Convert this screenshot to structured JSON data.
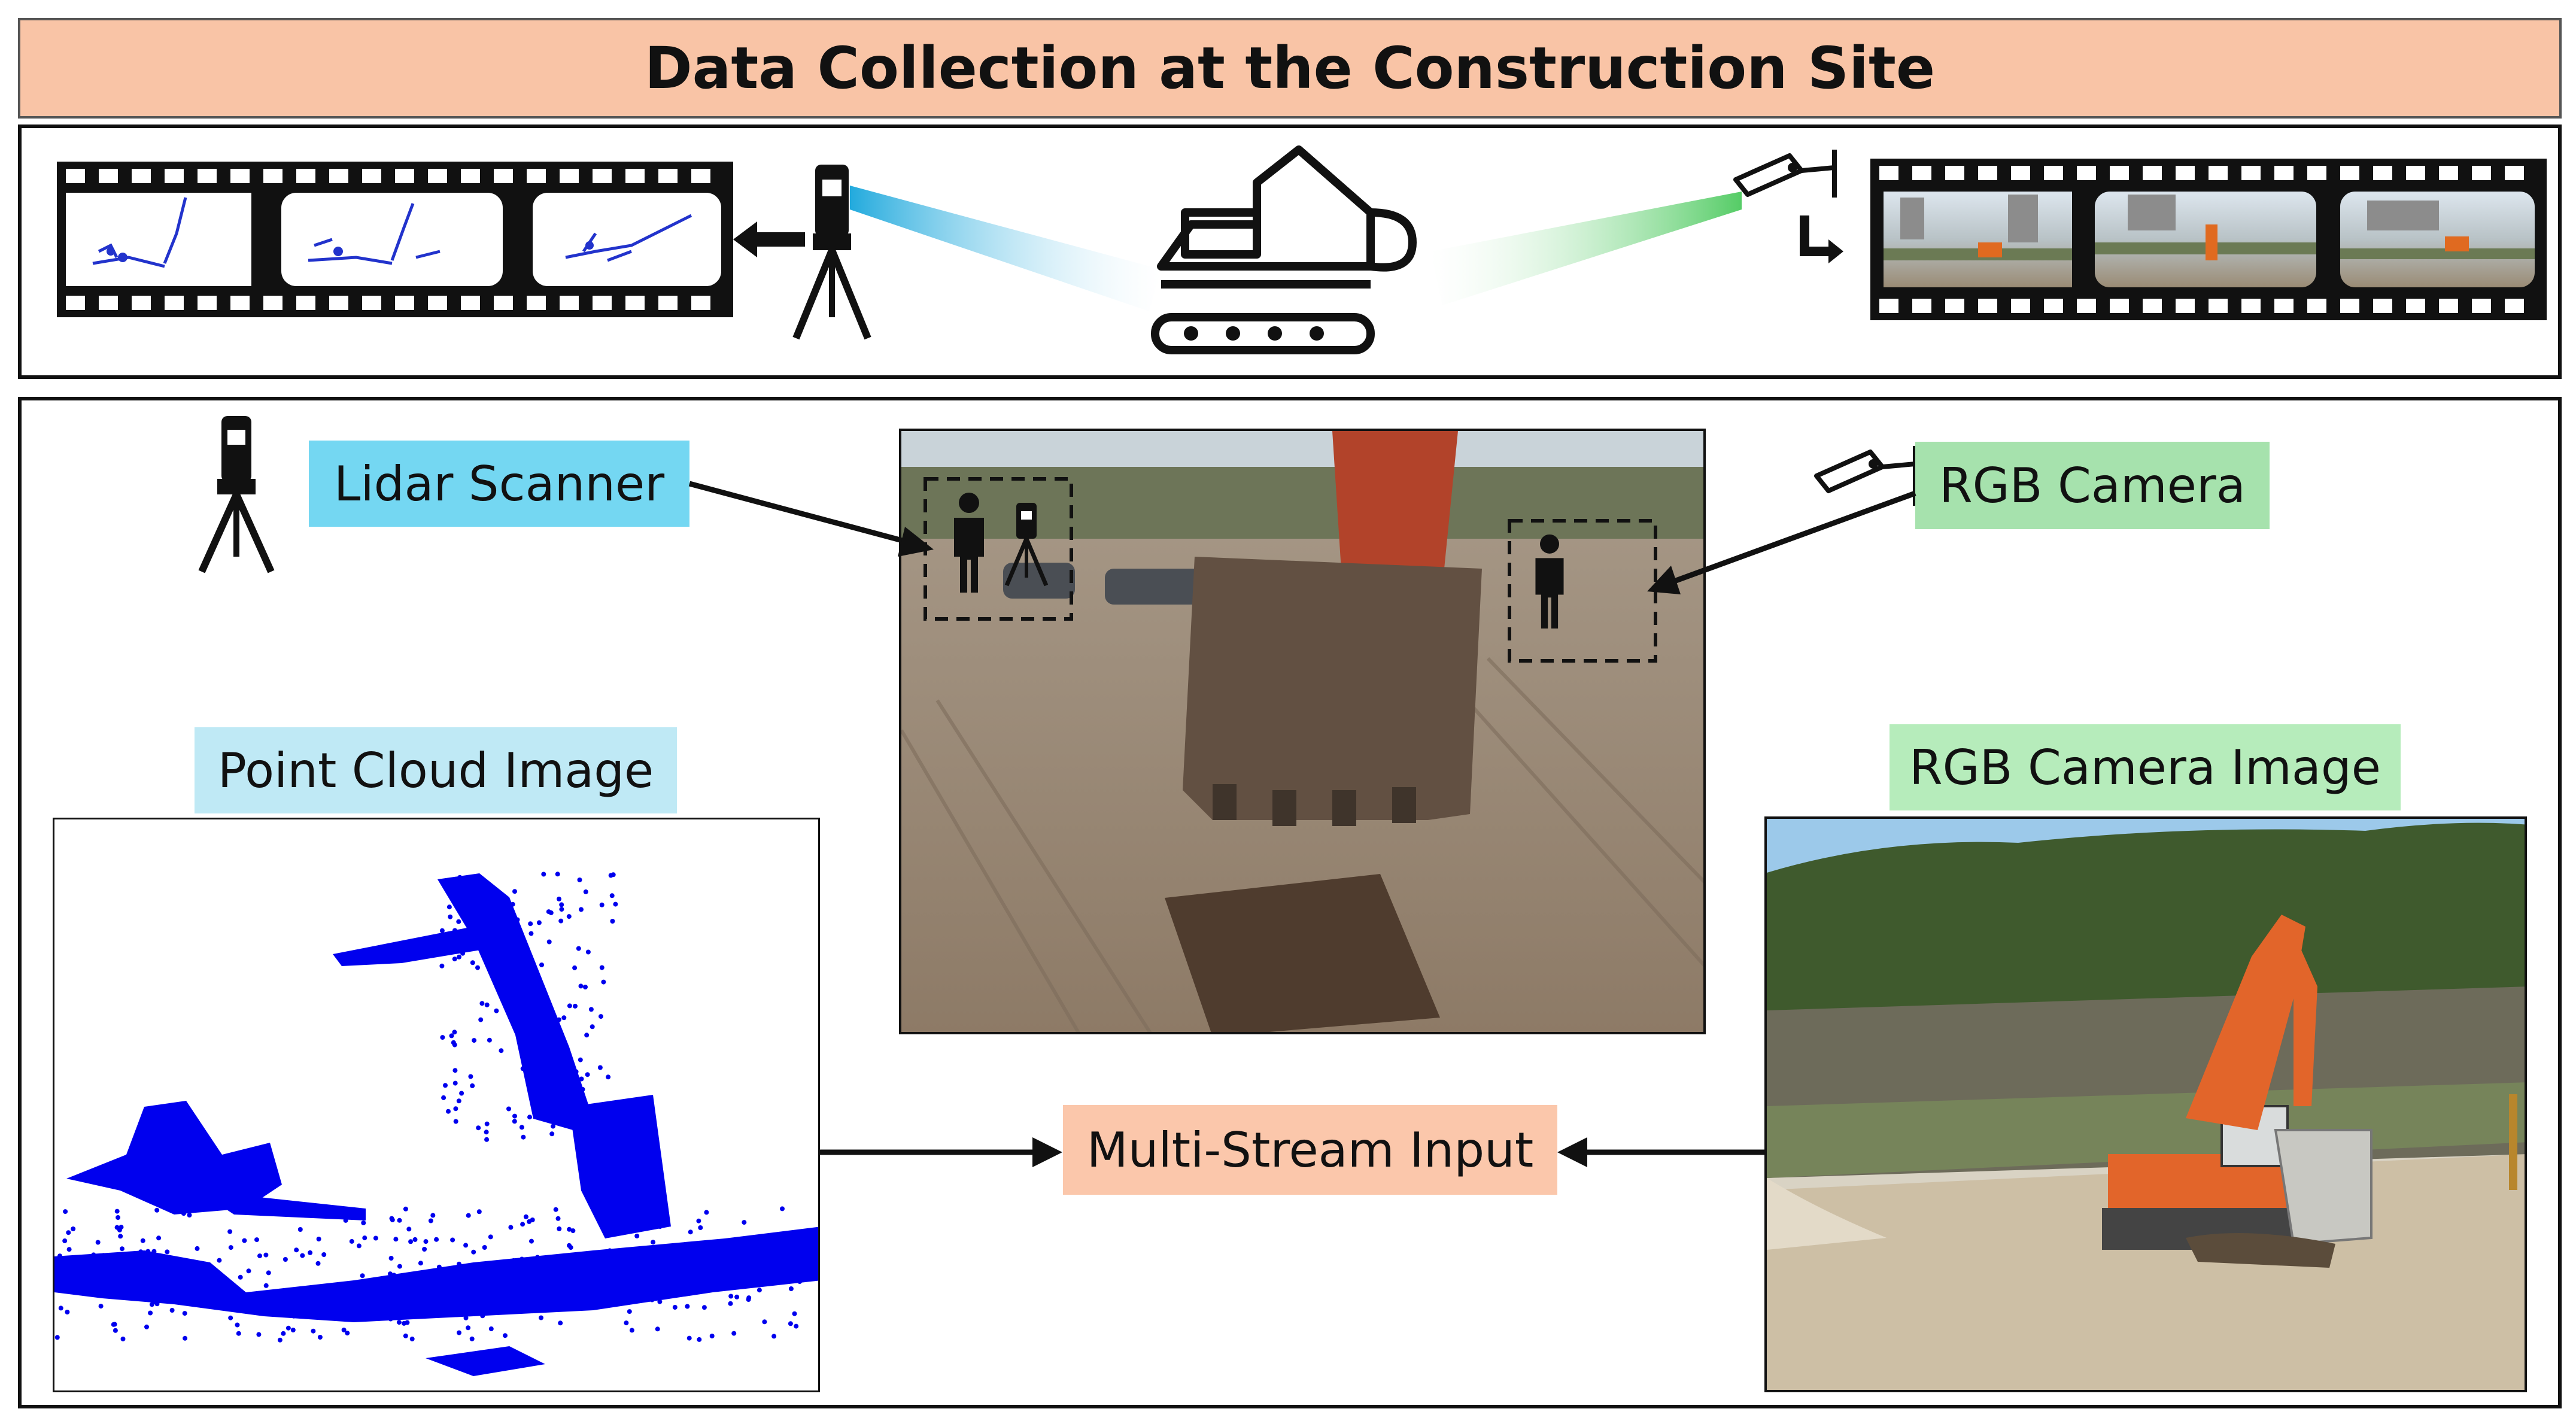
{
  "title": "Data Collection at the Construction Site",
  "labels": {
    "lidar_scanner": "Lidar Scanner",
    "rgb_camera": "RGB Camera",
    "point_cloud_image": "Point Cloud Image",
    "rgb_camera_image": "RGB Camera Image",
    "multi_stream_input": "Multi-Stream Input"
  },
  "colors": {
    "title_bg": "#f9c4a6",
    "lidar_label_bg": "#74d7f2",
    "point_cloud_label_bg": "#bfe9f5",
    "camera_label_bg": "#a6e2ad",
    "multi_stream_bg": "#fbc7ab",
    "point_cloud_color": "#0000ee",
    "lidar_beam": "#22aadd",
    "camera_beam": "#55cc66"
  },
  "icons": {
    "lidar": "tripod-lidar-icon",
    "camera": "security-camera-icon",
    "excavator": "excavator-icon",
    "person": "person-icon"
  }
}
